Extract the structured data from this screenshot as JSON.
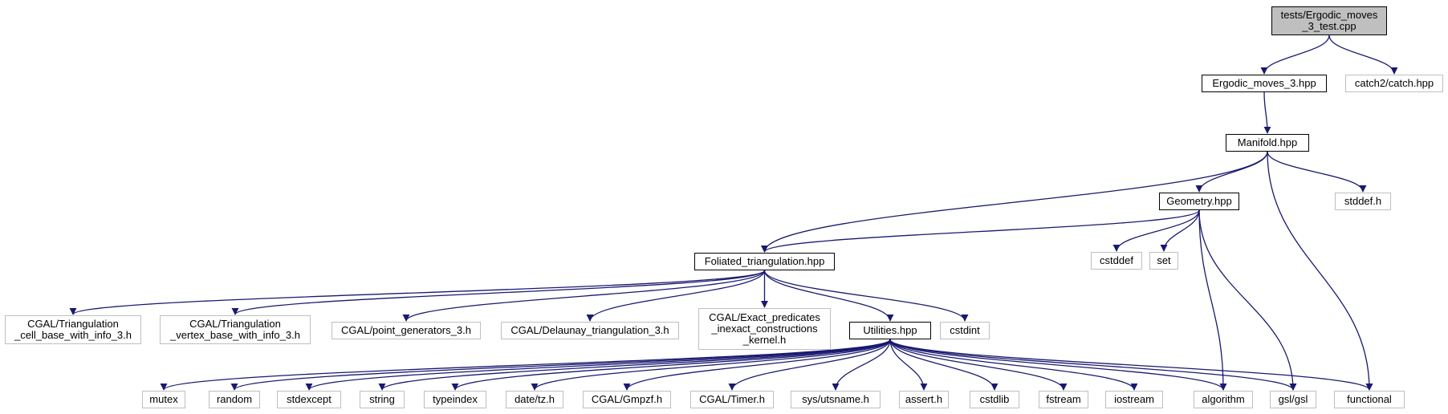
{
  "colors": {
    "edge": "#191970",
    "root_fill": "#bfbfbf",
    "project_border": "#000000",
    "external_border": "#bfbfbf"
  },
  "nodes": [
    {
      "id": "root",
      "label": "tests/Ergodic_moves\n_3_test.cpp",
      "kind": "root"
    },
    {
      "id": "ergodic",
      "label": "Ergodic_moves_3.hpp",
      "kind": "project"
    },
    {
      "id": "catch",
      "label": "catch2/catch.hpp",
      "kind": "external"
    },
    {
      "id": "manifold",
      "label": "Manifold.hpp",
      "kind": "project"
    },
    {
      "id": "geometry",
      "label": "Geometry.hpp",
      "kind": "project"
    },
    {
      "id": "stddef_h",
      "label": "stddef.h",
      "kind": "external"
    },
    {
      "id": "foliated",
      "label": "Foliated_triangulation.hpp",
      "kind": "project"
    },
    {
      "id": "cstddef",
      "label": "cstddef",
      "kind": "external"
    },
    {
      "id": "set",
      "label": "set",
      "kind": "external"
    },
    {
      "id": "tri_cell",
      "label": "CGAL/Triangulation\n_cell_base_with_info_3.h",
      "kind": "external"
    },
    {
      "id": "tri_vertex",
      "label": "CGAL/Triangulation\n_vertex_base_with_info_3.h",
      "kind": "external"
    },
    {
      "id": "pointgen",
      "label": "CGAL/point_generators_3.h",
      "kind": "external"
    },
    {
      "id": "delaunay",
      "label": "CGAL/Delaunay_triangulation_3.h",
      "kind": "external"
    },
    {
      "id": "exact",
      "label": "CGAL/Exact_predicates\n_inexact_constructions\n_kernel.h",
      "kind": "external"
    },
    {
      "id": "utilities",
      "label": "Utilities.hpp",
      "kind": "project"
    },
    {
      "id": "cstdint",
      "label": "cstdint",
      "kind": "external"
    },
    {
      "id": "mutex",
      "label": "mutex",
      "kind": "external"
    },
    {
      "id": "random",
      "label": "random",
      "kind": "external"
    },
    {
      "id": "stdexcept",
      "label": "stdexcept",
      "kind": "external"
    },
    {
      "id": "string",
      "label": "string",
      "kind": "external"
    },
    {
      "id": "typeindex",
      "label": "typeindex",
      "kind": "external"
    },
    {
      "id": "datetz",
      "label": "date/tz.h",
      "kind": "external"
    },
    {
      "id": "gmpzf",
      "label": "CGAL/Gmpzf.h",
      "kind": "external"
    },
    {
      "id": "timer",
      "label": "CGAL/Timer.h",
      "kind": "external"
    },
    {
      "id": "utsname",
      "label": "sys/utsname.h",
      "kind": "external"
    },
    {
      "id": "assert",
      "label": "assert.h",
      "kind": "external"
    },
    {
      "id": "cstdlib",
      "label": "cstdlib",
      "kind": "external"
    },
    {
      "id": "fstream",
      "label": "fstream",
      "kind": "external"
    },
    {
      "id": "iostream",
      "label": "iostream",
      "kind": "external"
    },
    {
      "id": "algorithm",
      "label": "algorithm",
      "kind": "external"
    },
    {
      "id": "gsl",
      "label": "gsl/gsl",
      "kind": "external"
    },
    {
      "id": "functional",
      "label": "functional",
      "kind": "external"
    }
  ],
  "edges": [
    [
      "root",
      "ergodic"
    ],
    [
      "root",
      "catch"
    ],
    [
      "ergodic",
      "manifold"
    ],
    [
      "manifold",
      "foliated"
    ],
    [
      "manifold",
      "geometry"
    ],
    [
      "manifold",
      "stddef_h"
    ],
    [
      "manifold",
      "functional"
    ],
    [
      "geometry",
      "foliated"
    ],
    [
      "geometry",
      "cstddef"
    ],
    [
      "geometry",
      "set"
    ],
    [
      "geometry",
      "algorithm"
    ],
    [
      "geometry",
      "gsl"
    ],
    [
      "foliated",
      "tri_cell"
    ],
    [
      "foliated",
      "tri_vertex"
    ],
    [
      "foliated",
      "pointgen"
    ],
    [
      "foliated",
      "delaunay"
    ],
    [
      "foliated",
      "exact"
    ],
    [
      "foliated",
      "utilities"
    ],
    [
      "foliated",
      "cstdint"
    ],
    [
      "utilities",
      "mutex"
    ],
    [
      "utilities",
      "random"
    ],
    [
      "utilities",
      "stdexcept"
    ],
    [
      "utilities",
      "string"
    ],
    [
      "utilities",
      "typeindex"
    ],
    [
      "utilities",
      "datetz"
    ],
    [
      "utilities",
      "gmpzf"
    ],
    [
      "utilities",
      "timer"
    ],
    [
      "utilities",
      "utsname"
    ],
    [
      "utilities",
      "assert"
    ],
    [
      "utilities",
      "cstdlib"
    ],
    [
      "utilities",
      "fstream"
    ],
    [
      "utilities",
      "iostream"
    ],
    [
      "utilities",
      "algorithm"
    ],
    [
      "utilities",
      "gsl"
    ],
    [
      "utilities",
      "functional"
    ]
  ]
}
